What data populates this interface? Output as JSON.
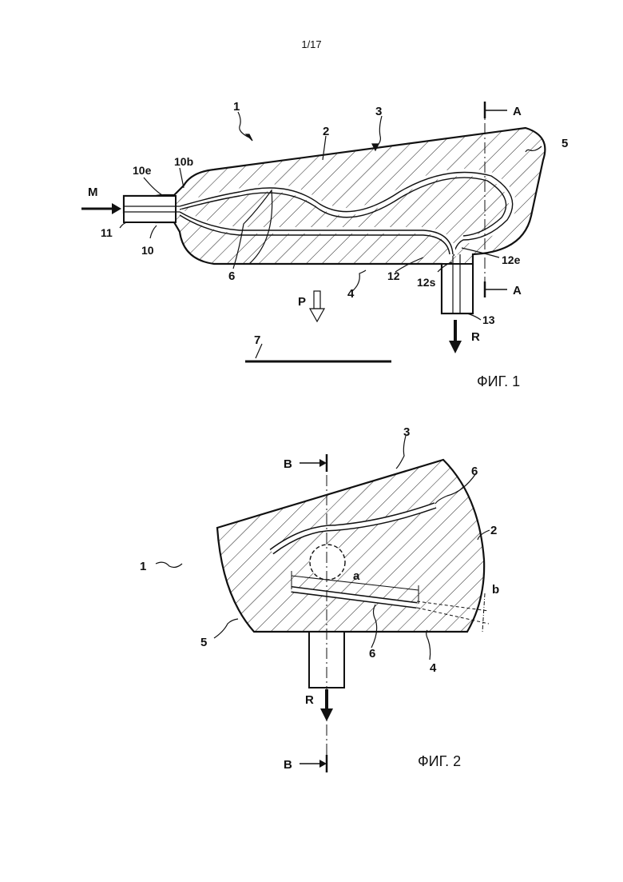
{
  "page_number": "1/17",
  "figure1": {
    "caption": "ФИГ. 1",
    "labels": {
      "l1": "1",
      "l2": "2",
      "l3": "3",
      "l4": "4",
      "l5": "5",
      "l6": "6",
      "l7": "7",
      "l10": "10",
      "l10b": "10b",
      "l10e": "10e",
      "l11": "11",
      "l12": "12",
      "l12e": "12e",
      "l12s": "12s",
      "l13": "13",
      "M": "M",
      "P": "P",
      "R": "R",
      "A_top": "A",
      "A_bottom": "A"
    }
  },
  "figure2": {
    "caption": "ФИГ. 2",
    "labels": {
      "l1": "1",
      "l2": "2",
      "l3": "3",
      "l4": "4",
      "l5": "5",
      "l6_top": "6",
      "l6_bottom": "6",
      "a": "a",
      "b": "b",
      "R": "R",
      "B_top": "B",
      "B_bottom": "B"
    }
  }
}
